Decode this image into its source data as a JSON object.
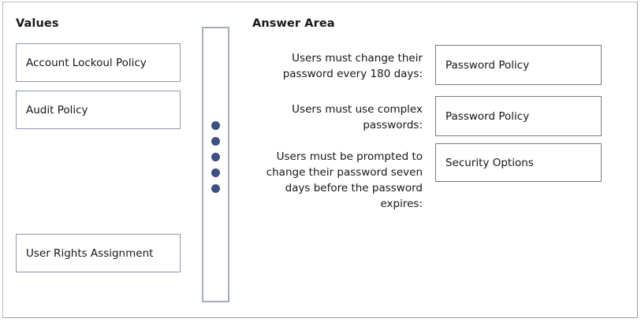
{
  "page": {
    "background_color": "#ffffff",
    "frame_border_color": "#b9bdc6"
  },
  "values_panel": {
    "heading": "Values",
    "tile_border_color": "#8d97ad",
    "items": [
      {
        "label": "Account Lockoul Policy"
      },
      {
        "label": "Audit Policy"
      },
      {
        "label": "User Rights Assignment"
      }
    ]
  },
  "drag_strip": {
    "border_color": "#a7adbd",
    "dot_color": "#3d5080",
    "dot_count": 5,
    "dots": [
      "dot-1",
      "dot-2",
      "dot-3",
      "dot-4",
      "dot-5"
    ]
  },
  "answer_area": {
    "heading": "Answer Area",
    "slot_border_color": "#7b7b7b",
    "rows": [
      {
        "label": "Users must change their password every 180 days:",
        "value": "Password Policy"
      },
      {
        "label": "Users must use complex passwords:",
        "value": "Password Policy"
      },
      {
        "label": "Users must be prompted to change their password seven days before the password expires:",
        "value": "Security Options"
      }
    ]
  }
}
